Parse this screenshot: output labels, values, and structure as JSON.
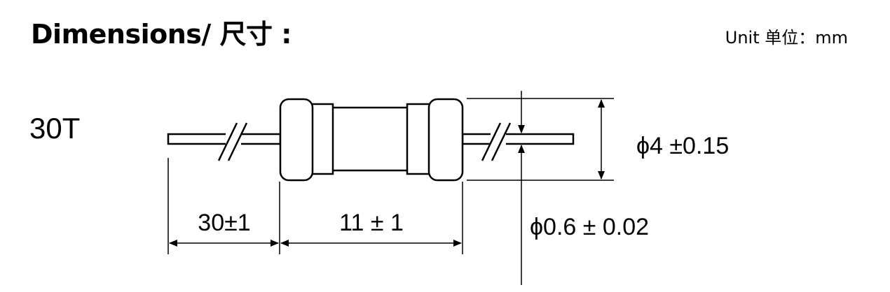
{
  "header": {
    "title": "Dimensions/ 尺寸 :",
    "unit": "Unit 单位：mm"
  },
  "part": {
    "model": "30T"
  },
  "dimensions": {
    "diameter_body": "ϕ4 ±0.15",
    "diameter_lead": "ϕ0.6 ± 0.02",
    "lead_length": "30±1",
    "body_length": "11 ± 1"
  }
}
